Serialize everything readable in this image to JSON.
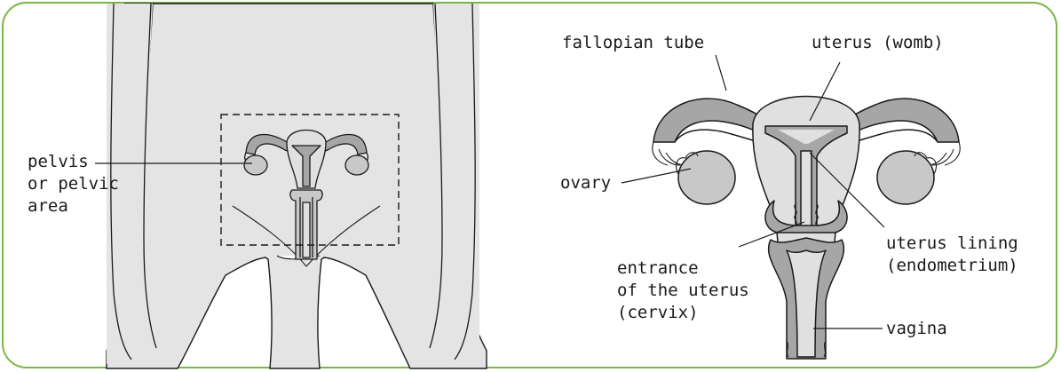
{
  "colors": {
    "border": "#7ab648",
    "body_fill": "#e4e4e4",
    "organ_dark": "#a6a6a6",
    "organ_mid": "#c8c8c8",
    "organ_light": "#e0e0e0",
    "outline": "#1a1a1a"
  },
  "left_panel": {
    "pelvis_label_line1": "pelvis",
    "pelvis_label_line2": "or pelvic",
    "pelvis_label_line3": "area"
  },
  "right_panel": {
    "fallopian_tube": "fallopian tube",
    "uterus": "uterus (womb)",
    "ovary": "ovary",
    "lining_line1": "uterus lining",
    "lining_line2": "(endometrium)",
    "cervix_line1": "entrance",
    "cervix_line2": "of the uterus",
    "cervix_line3": "(cervix)",
    "vagina": "vagina"
  }
}
